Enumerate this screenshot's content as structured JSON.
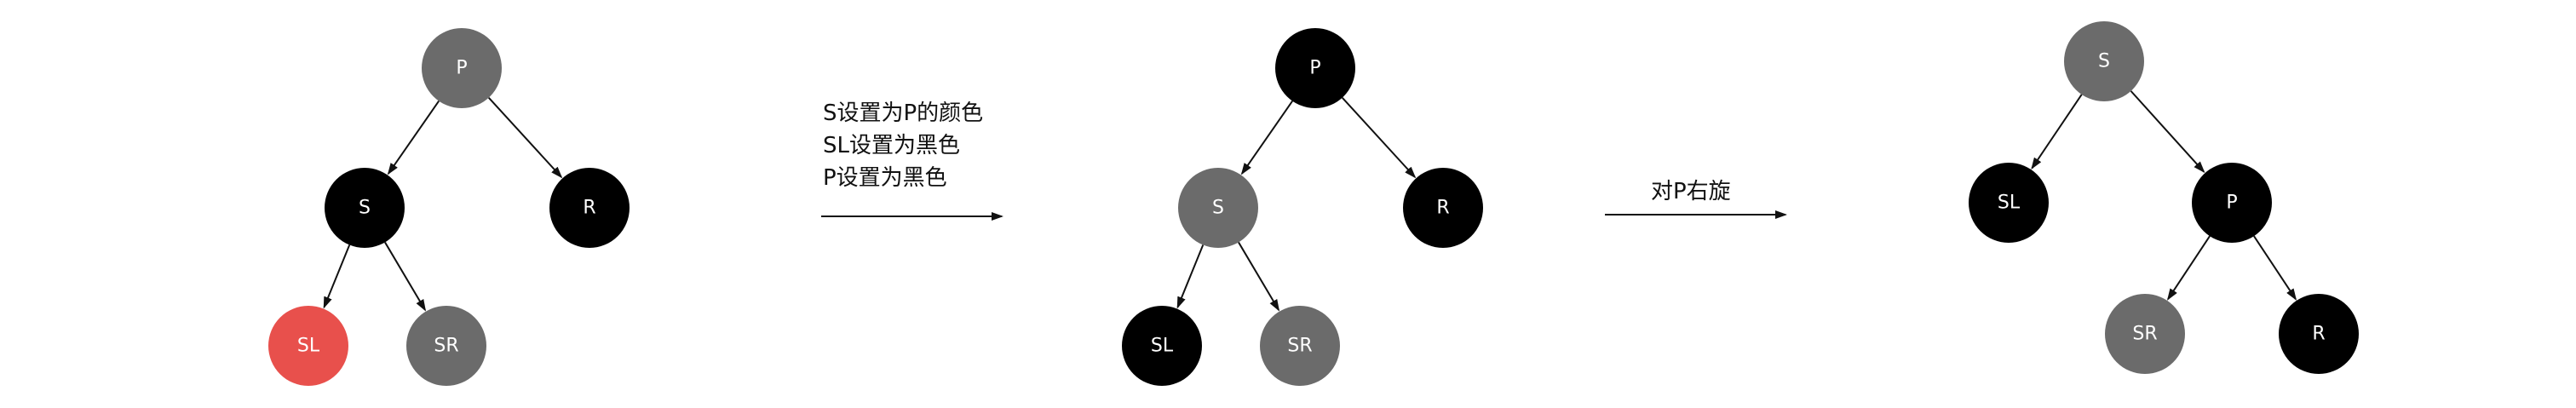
{
  "colors": {
    "black": "#000000",
    "gray": "#6b6b6b",
    "red": "#e8504c",
    "edge": "#111111",
    "label": "#ffffff"
  },
  "trees": [
    {
      "nodes": [
        {
          "id": "P",
          "label": "P",
          "color": "gray"
        },
        {
          "id": "S",
          "label": "S",
          "color": "black"
        },
        {
          "id": "R",
          "label": "R",
          "color": "black"
        },
        {
          "id": "SL",
          "label": "SL",
          "color": "red"
        },
        {
          "id": "SR",
          "label": "SR",
          "color": "gray"
        }
      ],
      "edges": [
        [
          "P",
          "S"
        ],
        [
          "P",
          "R"
        ],
        [
          "S",
          "SL"
        ],
        [
          "S",
          "SR"
        ]
      ]
    },
    {
      "nodes": [
        {
          "id": "P",
          "label": "P",
          "color": "black"
        },
        {
          "id": "S",
          "label": "S",
          "color": "gray"
        },
        {
          "id": "R",
          "label": "R",
          "color": "black"
        },
        {
          "id": "SL",
          "label": "SL",
          "color": "black"
        },
        {
          "id": "SR",
          "label": "SR",
          "color": "gray"
        }
      ],
      "edges": [
        [
          "P",
          "S"
        ],
        [
          "P",
          "R"
        ],
        [
          "S",
          "SL"
        ],
        [
          "S",
          "SR"
        ]
      ]
    },
    {
      "nodes": [
        {
          "id": "S",
          "label": "S",
          "color": "gray"
        },
        {
          "id": "SL",
          "label": "SL",
          "color": "black"
        },
        {
          "id": "P",
          "label": "P",
          "color": "black"
        },
        {
          "id": "SR",
          "label": "SR",
          "color": "gray"
        },
        {
          "id": "R",
          "label": "R",
          "color": "black"
        }
      ],
      "edges": [
        [
          "S",
          "SL"
        ],
        [
          "S",
          "P"
        ],
        [
          "P",
          "SR"
        ],
        [
          "P",
          "R"
        ]
      ]
    }
  ],
  "steps": [
    {
      "lines": [
        "S设置为P的颜色",
        "SL设置为黑色",
        "P设置为黑色"
      ]
    },
    {
      "lines": [
        "对P右旋"
      ]
    }
  ]
}
